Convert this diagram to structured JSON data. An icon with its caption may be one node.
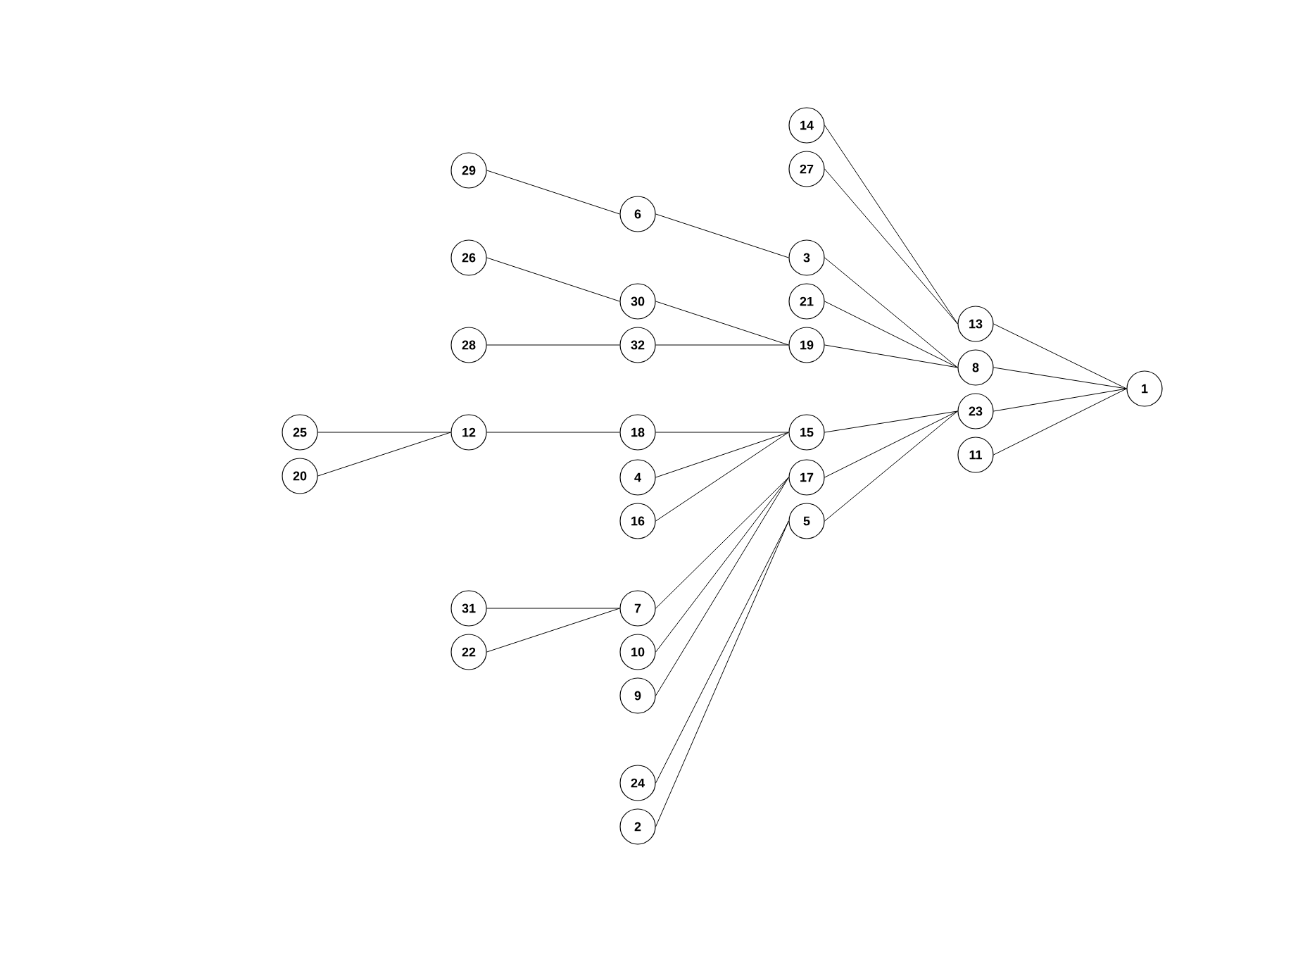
{
  "diagram": {
    "nodes": [
      {
        "text": [
          "14"
        ]
      },
      {
        "text": [
          "27"
        ]
      },
      {
        "text": [
          "29"
        ]
      },
      {
        "text": [
          "6"
        ]
      },
      {
        "text": [
          "26"
        ]
      },
      {
        "text": [
          "3"
        ]
      },
      {
        "text": [
          "30"
        ]
      },
      {
        "text": [
          "21"
        ]
      },
      {
        "text": [
          "13"
        ]
      },
      {
        "text": [
          "28"
        ]
      },
      {
        "text": [
          "32"
        ]
      },
      {
        "text": [
          "19"
        ]
      },
      {
        "text": [
          "8"
        ]
      },
      {
        "text": [
          "1"
        ]
      },
      {
        "text": [
          "23"
        ]
      },
      {
        "text": [
          "25"
        ]
      },
      {
        "text": [
          "12"
        ]
      },
      {
        "text": [
          "18"
        ]
      },
      {
        "text": [
          "15"
        ]
      },
      {
        "text": [
          "11"
        ]
      },
      {
        "text": [
          "20"
        ]
      },
      {
        "text": [
          "4"
        ]
      },
      {
        "text": [
          "17"
        ]
      },
      {
        "text": [
          "16"
        ]
      },
      {
        "text": [
          "5"
        ]
      },
      {
        "text": [
          "31"
        ]
      },
      {
        "text": [
          "7"
        ]
      },
      {
        "text": [
          "22"
        ]
      },
      {
        "text": [
          "10"
        ]
      },
      {
        "text": [
          "9"
        ]
      },
      {
        "text": [
          "24"
        ]
      },
      {
        "text": [
          "2"
        ]
      }
    ],
    "edges": [
      {
        "from": 0,
        "to": 8,
        "arrow": "none"
      },
      {
        "from": 1,
        "to": 8,
        "arrow": "none"
      },
      {
        "from": 2,
        "to": 3,
        "arrow": "none"
      },
      {
        "from": 3,
        "to": 5,
        "arrow": "none"
      },
      {
        "from": 4,
        "to": 6,
        "arrow": "none"
      },
      {
        "from": 5,
        "to": 12,
        "arrow": "none"
      },
      {
        "from": 6,
        "to": 11,
        "arrow": "none"
      },
      {
        "from": 7,
        "to": 12,
        "arrow": "none"
      },
      {
        "from": 8,
        "to": 13,
        "arrow": "none"
      },
      {
        "from": 9,
        "to": 10,
        "arrow": "none"
      },
      {
        "from": 10,
        "to": 11,
        "arrow": "none"
      },
      {
        "from": 11,
        "to": 12,
        "arrow": "none"
      },
      {
        "from": 12,
        "to": 13,
        "arrow": "none"
      },
      {
        "from": 14,
        "to": 13,
        "arrow": "none"
      },
      {
        "from": 15,
        "to": 16,
        "arrow": "none"
      },
      {
        "from": 16,
        "to": 17,
        "arrow": "none"
      },
      {
        "from": 17,
        "to": 18,
        "arrow": "none"
      },
      {
        "from": 18,
        "to": 14,
        "arrow": "none"
      },
      {
        "from": 19,
        "to": 13,
        "arrow": "none"
      },
      {
        "from": 20,
        "to": 16,
        "arrow": "none"
      },
      {
        "from": 21,
        "to": 18,
        "arrow": "none"
      },
      {
        "from": 22,
        "to": 14,
        "arrow": "none"
      },
      {
        "from": 23,
        "to": 18,
        "arrow": "none"
      },
      {
        "from": 24,
        "to": 14,
        "arrow": "none"
      },
      {
        "from": 25,
        "to": 26,
        "arrow": "none"
      },
      {
        "from": 26,
        "to": 22,
        "arrow": "none"
      },
      {
        "from": 27,
        "to": 26,
        "arrow": "none"
      },
      {
        "from": 28,
        "to": 22,
        "arrow": "none"
      },
      {
        "from": 29,
        "to": 22,
        "arrow": "none"
      },
      {
        "from": 30,
        "to": 24,
        "arrow": "none"
      },
      {
        "from": 31,
        "to": 24,
        "arrow": "none"
      }
    ]
  }
}
